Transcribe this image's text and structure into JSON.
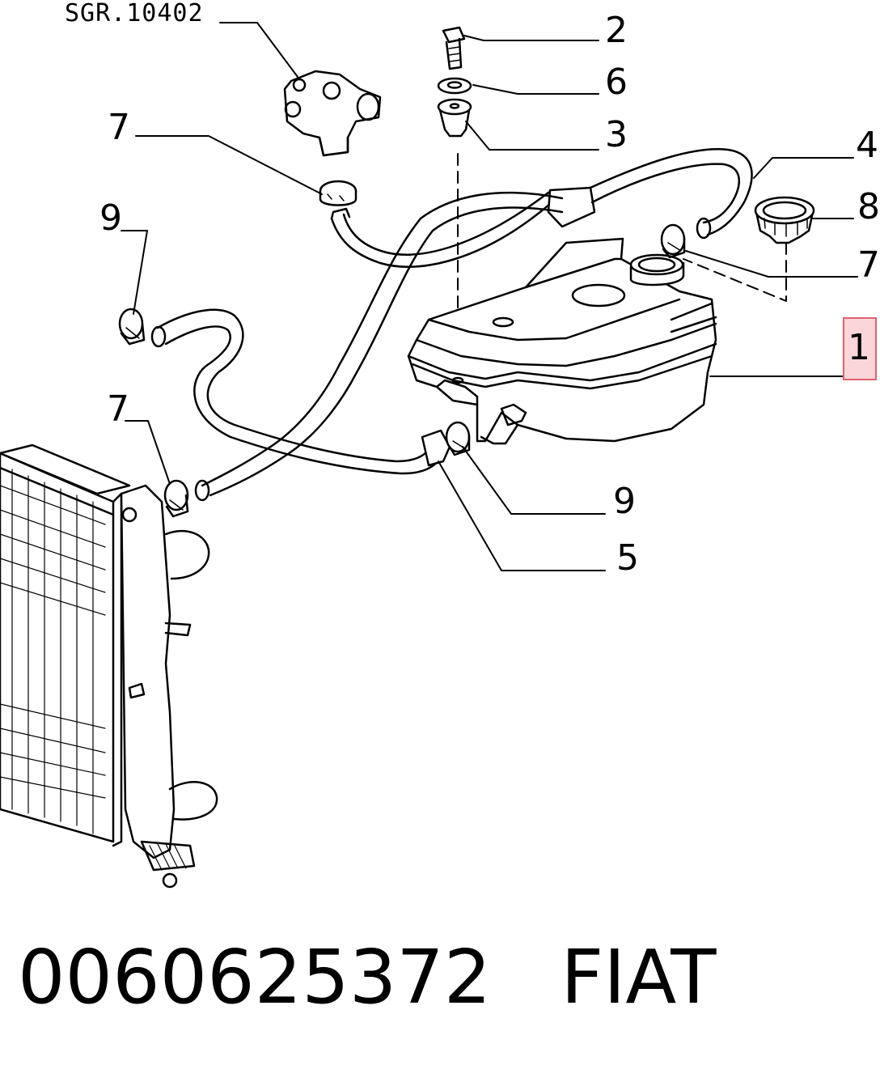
{
  "diagram": {
    "reference": "SGR.10402",
    "callouts": [
      {
        "id": "c2",
        "label": "2"
      },
      {
        "id": "c6",
        "label": "6"
      },
      {
        "id": "c3",
        "label": "3"
      },
      {
        "id": "c4",
        "label": "4"
      },
      {
        "id": "c7a",
        "label": "7"
      },
      {
        "id": "c8",
        "label": "8"
      },
      {
        "id": "c7b",
        "label": "7"
      },
      {
        "id": "c9a",
        "label": "9"
      },
      {
        "id": "c1",
        "label": "1"
      },
      {
        "id": "c7c",
        "label": "7"
      },
      {
        "id": "c9b",
        "label": "9"
      },
      {
        "id": "c5",
        "label": "5"
      }
    ],
    "highlighted_callout": "1",
    "highlight_color": "#fbd6d9"
  },
  "footer": {
    "part_number": "0060625372",
    "brand": "FIAT"
  }
}
